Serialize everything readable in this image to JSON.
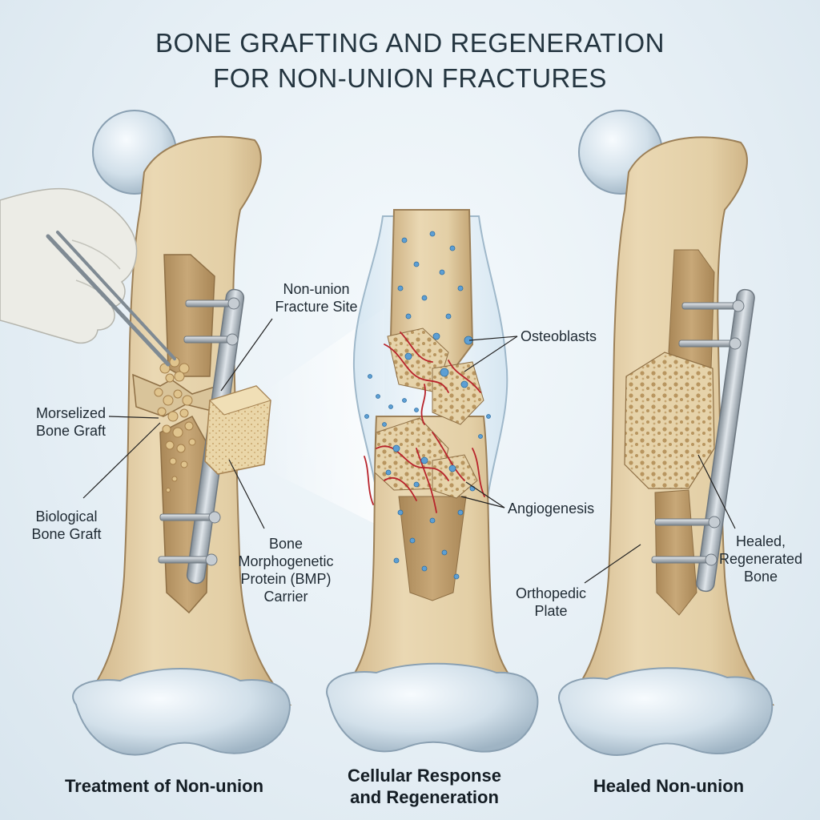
{
  "title": {
    "line1": "BONE GRAFTING AND REGENERATION",
    "line2": "FOR NON-UNION FRACTURES"
  },
  "panels": [
    {
      "caption_lines": [
        "Treatment of Non-union"
      ]
    },
    {
      "caption_lines": [
        "Cellular Response",
        "and Regeneration"
      ]
    },
    {
      "caption_lines": [
        "Healed Non-union"
      ]
    }
  ],
  "labels": {
    "fracture_site": [
      "Non-union",
      "Fracture Site"
    ],
    "morselized_graft": [
      "Morselized",
      "Bone Graft"
    ],
    "biological_graft": [
      "Biological",
      "Bone Graft"
    ],
    "bmp_carrier": [
      "Bone",
      "Morphogenetic",
      "Protein (BMP)",
      "Carrier"
    ],
    "osteoblasts": [
      "Osteoblasts"
    ],
    "angiogenesis": [
      "Angiogenesis"
    ],
    "orthopedic_plate": [
      "Orthopedic",
      "Plate"
    ],
    "healed_bone": [
      "Healed,",
      "Regenerated",
      "Bone"
    ]
  },
  "colors": {
    "bone": "#e3cfa6",
    "bone_shade": "#c9ab78",
    "bone_outline": "#9c8058",
    "cartilage": "#cfdde8",
    "marrow": "#c3a173",
    "plate": "#a8b2ba",
    "osteoblast": "#5d9fd4",
    "vessel": "#b8232b",
    "glove": "#ecece6"
  },
  "icons": [
    "glove-hand-icon",
    "tweezers-icon",
    "screw-icon",
    "bmp-sponge-icon",
    "osteoblast-cell-icon",
    "blood-vessel-icon"
  ]
}
